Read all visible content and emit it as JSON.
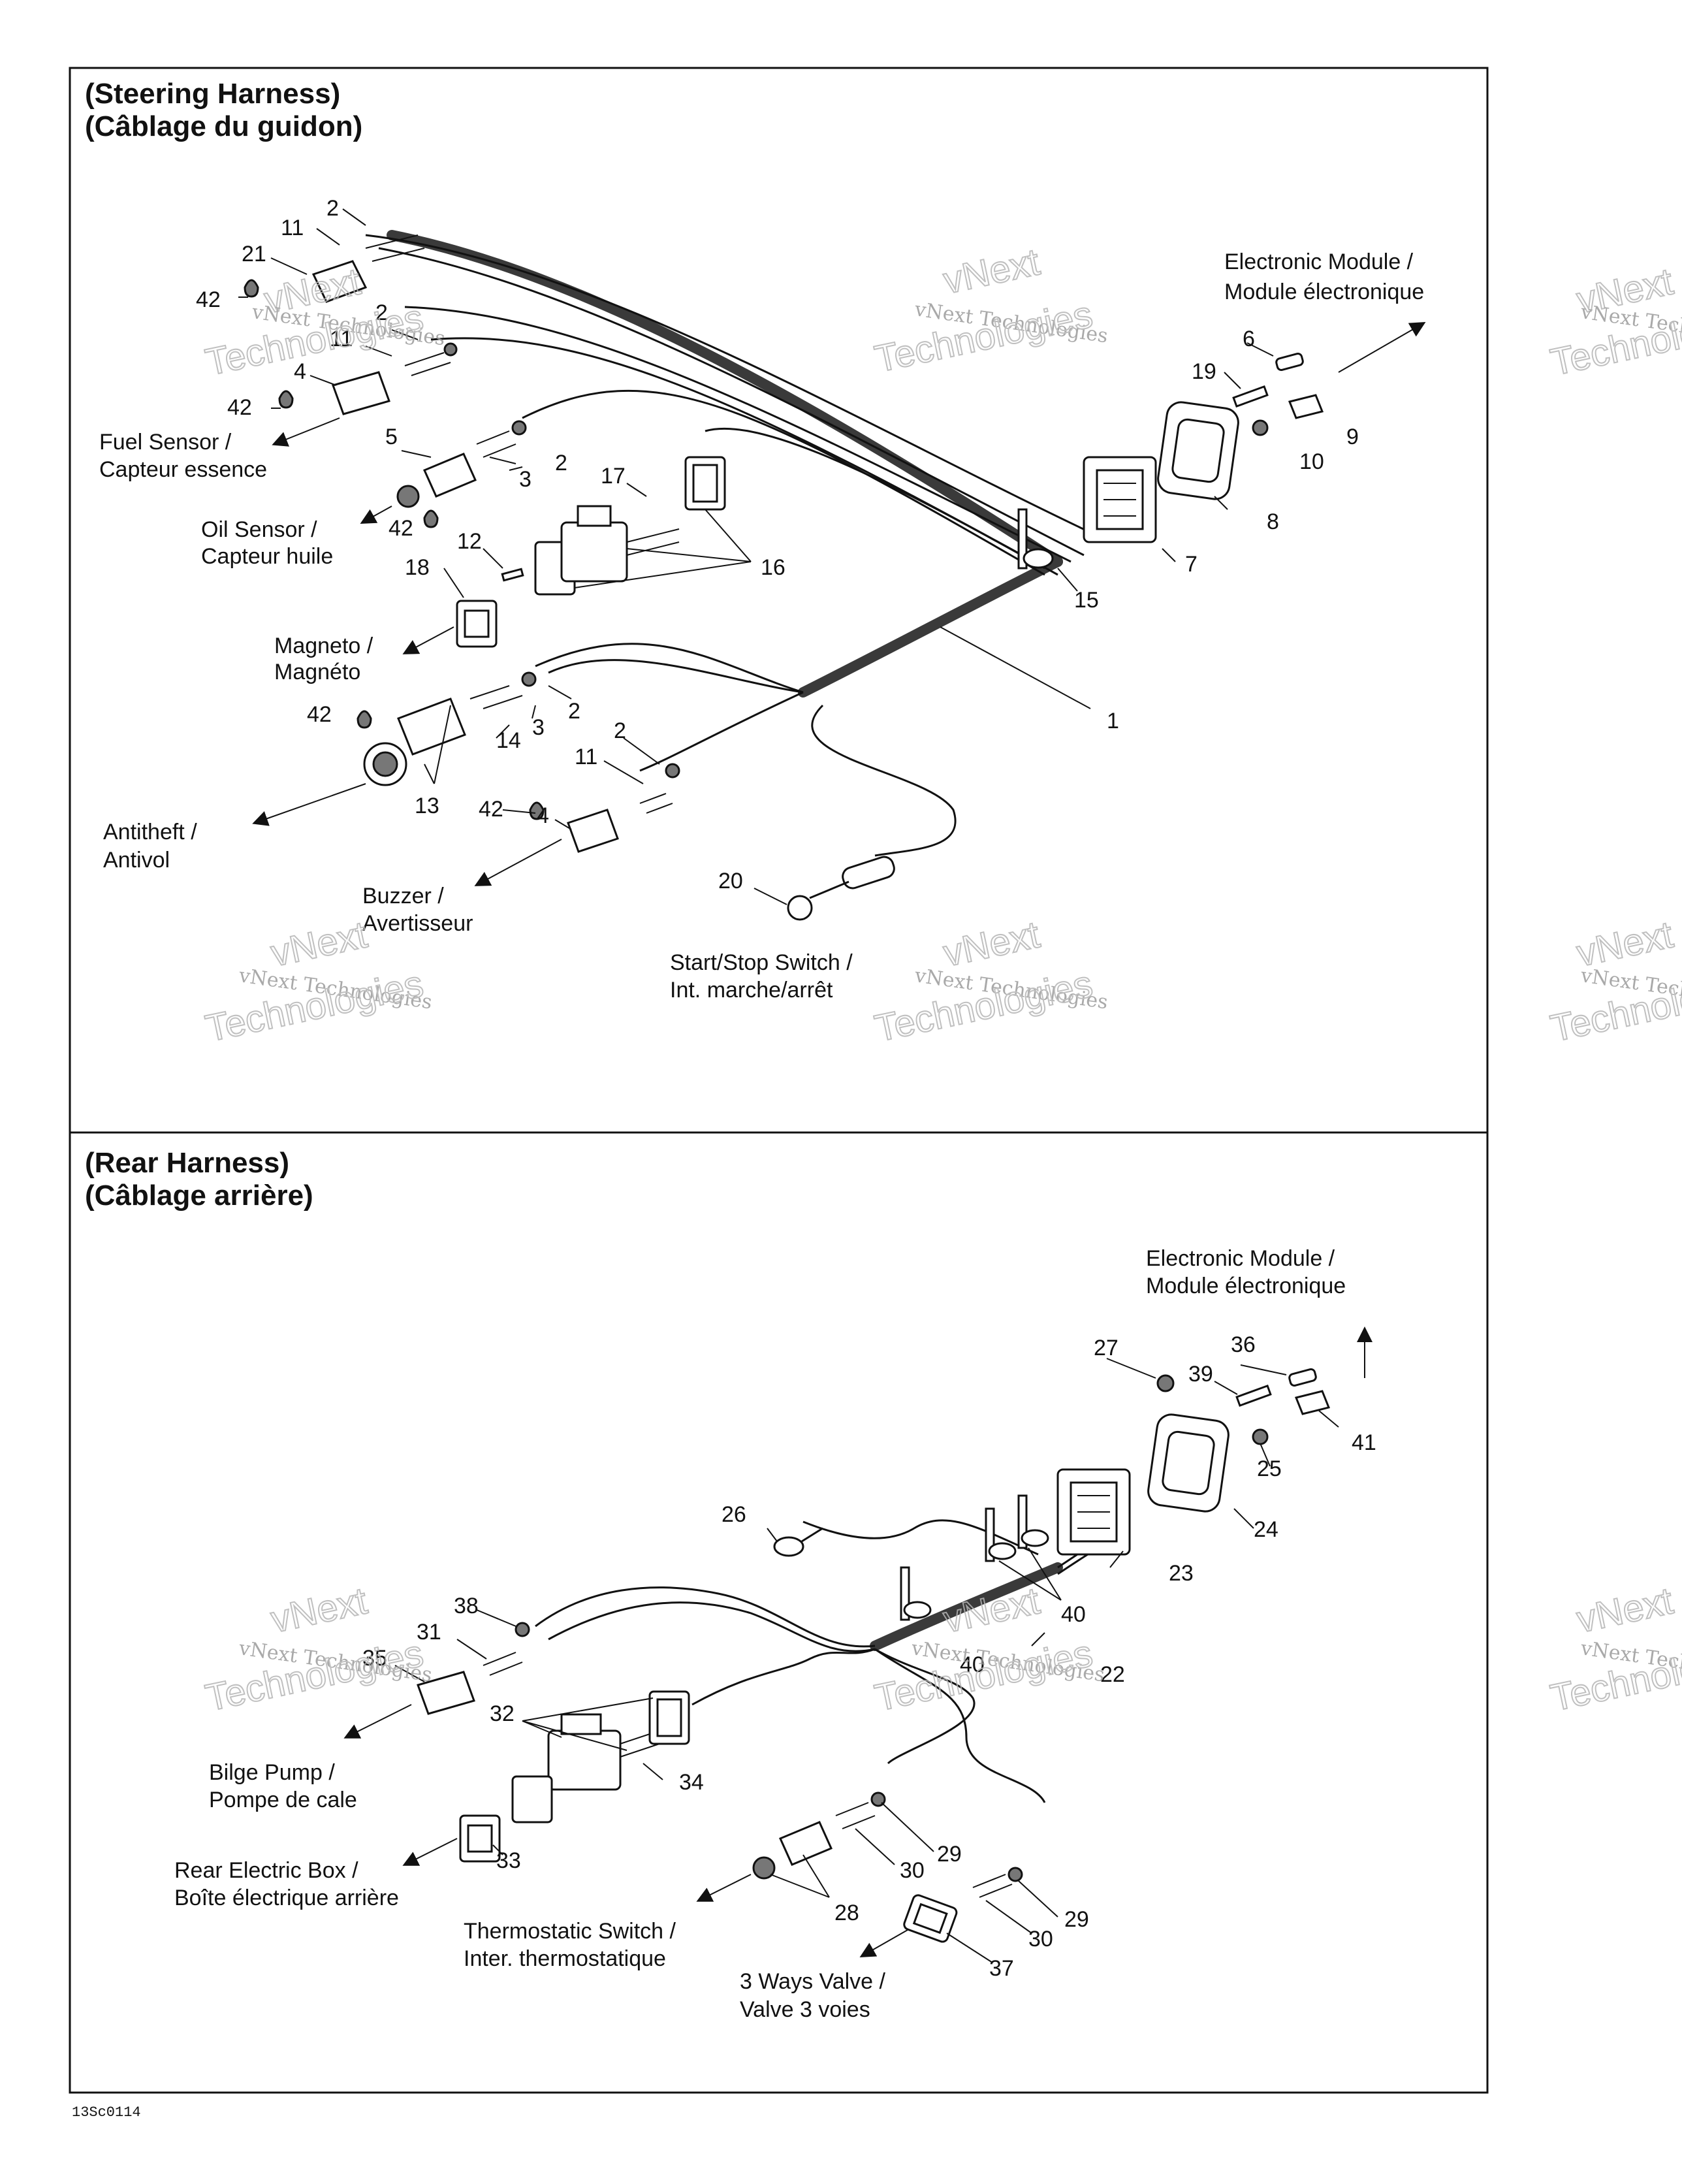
{
  "steering": {
    "title_en": "(Steering Harness)",
    "title_fr": "(Câblage du guidon)",
    "labels": {
      "electronic_module": [
        "Electronic Module /",
        "Module électronique"
      ],
      "fuel_sensor": [
        "Fuel Sensor /",
        "Capteur essence"
      ],
      "oil_sensor": [
        "Oil Sensor /",
        "Capteur huile"
      ],
      "magneto": [
        "Magneto /",
        "Magnéto"
      ],
      "antitheft": [
        "Antitheft /",
        "Antivol"
      ],
      "buzzer": [
        "Buzzer /",
        "Avertisseur"
      ],
      "start_stop": [
        "Start/Stop Switch /",
        "Int. marche/arrêt"
      ]
    },
    "callouts": [
      "1",
      "2",
      "2",
      "2",
      "2",
      "2",
      "3",
      "3",
      "4",
      "4",
      "5",
      "6",
      "7",
      "8",
      "9",
      "10",
      "11",
      "11",
      "11",
      "12",
      "13",
      "14",
      "15",
      "16",
      "17",
      "18",
      "19",
      "20",
      "21",
      "42",
      "42",
      "42",
      "42",
      "42"
    ]
  },
  "rear": {
    "title_en": "(Rear Harness)",
    "title_fr": "(Câblage arrière)",
    "labels": {
      "electronic_module": [
        "Electronic Module /",
        "Module électronique"
      ],
      "bilge_pump": [
        "Bilge Pump /",
        "Pompe de cale"
      ],
      "rear_box": [
        "Rear Electric Box /",
        "Boîte électrique arrière"
      ],
      "thermo": [
        "Thermostatic Switch /",
        "Inter. thermostatique"
      ],
      "valve": [
        "3 Ways Valve /",
        "Valve 3 voies"
      ]
    },
    "callouts": [
      "22",
      "23",
      "24",
      "25",
      "26",
      "27",
      "28",
      "29",
      "29",
      "30",
      "30",
      "31",
      "32",
      "33",
      "34",
      "35",
      "36",
      "37",
      "38",
      "39",
      "40",
      "40",
      "41"
    ]
  },
  "watermark": {
    "line1": "vNext Technologies",
    "line2": "Technologies",
    "big": "vNext"
  },
  "ref_code": "13Sc0114"
}
